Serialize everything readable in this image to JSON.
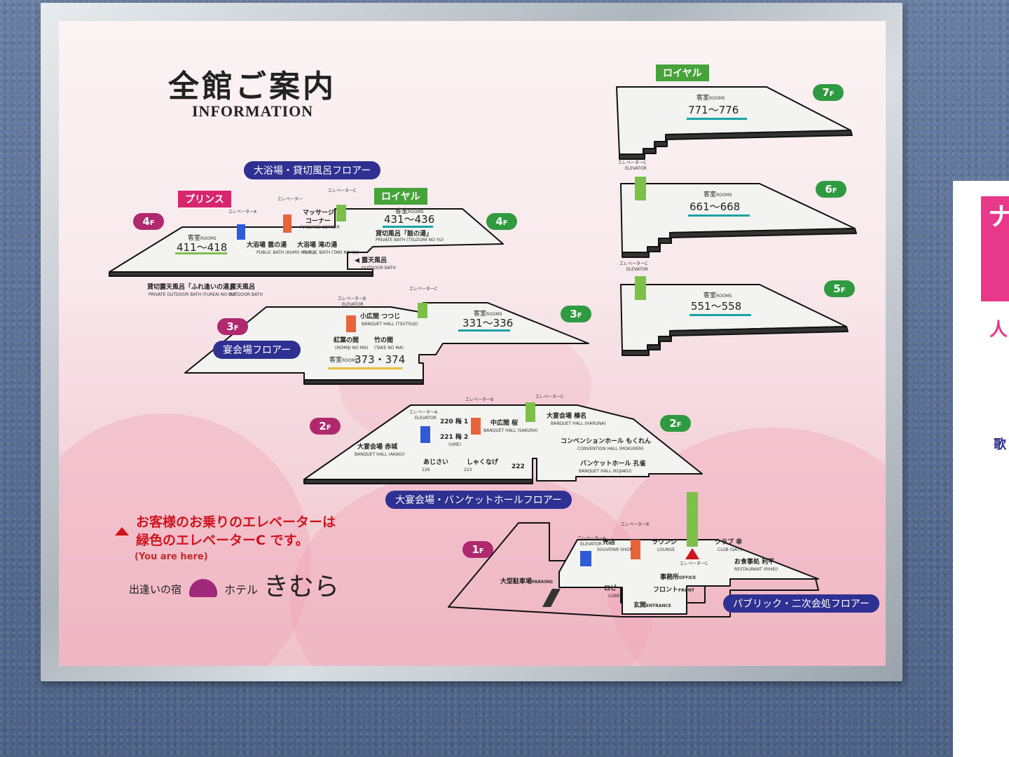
{
  "header": {
    "title": "全館ご案内",
    "subtitle": "INFORMATION"
  },
  "floor_headers": {
    "bath_floor": "大浴場・貸切風呂フロアー",
    "banquet_floor": "宴会場フロアー",
    "hall_floor": "大宴会場・バンケットホールフロアー",
    "public_floor": "パブリック・二次会処フロアー"
  },
  "wings": {
    "prince": "プリンス",
    "royal": "ロイヤル",
    "royal_top": "ロイヤル"
  },
  "floor_badges": {
    "f7": "7",
    "f6": "6",
    "f5": "5",
    "f4a": "4",
    "f4b": "4",
    "f3a": "3",
    "f3b": "3",
    "f2a": "2",
    "f2b": "2",
    "f1": "1",
    "suffix": "F"
  },
  "labels": {
    "rooms": "客室",
    "rooms_en": "ROOMS",
    "elevator": "エレベーター",
    "elevator_a": "エレベーターA",
    "elevator_b": "エレベーターB",
    "elevator_c": "エレベーターC",
    "elevator_en": "ELEVATOR",
    "massage": "マッサージ",
    "massage2": "コーナー",
    "massage_en": "MASSAGE CORNER",
    "private_bath": "貸切風呂「鼓の湯」",
    "private_bath_en": "PRIVATE BATH (TSUZUMI NO YU)",
    "public_bath1": "大浴場 雲の湯",
    "public_bath1_en": "PUBLIC BATH (KUMO NO YU)",
    "public_bath2": "大浴場 滝の湯",
    "public_bath2_en": "PUBLIC BATH (TAKI NO YU)",
    "outdoor": "露天風呂",
    "outdoor_en": "OUTDOOR BATH",
    "outdoor_private": "貸切露天風呂「ふれ逢いの湯」",
    "outdoor_private_en": "PRIVATE OUTDOOR BATH (FUREAI NO YU)",
    "tsutsuji": "小広間 つつじ",
    "tsutsuji_en": "BANQUET HALL (TSUTSUJI)",
    "momiji": "紅葉の間",
    "momiji_en": "(MOMIJI NO MA)",
    "take": "竹の間",
    "take_en": "(TAKE NO MA)",
    "r220": "220 梅 1",
    "r221": "221 梅 2",
    "ume_en": "(UME)",
    "sakura": "中広間 桜",
    "sakura_en": "BANQUET HALL (SAKURA)",
    "haruna": "大宴会場 榛名",
    "haruna_en": "BANQUET HALL (HARUNA)",
    "akagi": "大宴会場 赤城",
    "akagi_en": "BANQUET HALL (AKAGI)",
    "mokuren": "コンベンションホール もくれん",
    "mokuren_en": "CONVENTION HALL (MOKUREN)",
    "kujaku": "バンケットホール 孔雀",
    "kujaku_en": "BANQUET HALL (KUJAKU)",
    "ajisai": "あじさい",
    "ajisai_n": "226",
    "shakunage": "しゃくなげ",
    "shakunage_n": "223",
    "r222": "222",
    "shop": "売店",
    "shop_en": "SOUVENIR SHOP",
    "lounge": "ラウンジ",
    "lounge_en": "LOUNGE",
    "club": "クラブ 幸",
    "club_en": "CLUB (SATI)",
    "restaurant": "お食事処 利平",
    "restaurant_en": "RESTAURANT (RIHEI)",
    "office": "事務所",
    "office_en": "OFFICE",
    "front": "フロント",
    "front_en": "FRONT",
    "lobby": "ロビー",
    "lobby_en": "LOBBY",
    "entrance": "玄関",
    "entrance_en": "ENTRANCE",
    "parking": "大型駐車場",
    "parking_en": "PARKING"
  },
  "rooms": {
    "f7": "771～776",
    "f6": "661～668",
    "f5": "551～558",
    "f4_royal": "431～436",
    "f4_prince": "411～418",
    "f3_royal": "331～336",
    "f3_prince": "373・374"
  },
  "notice": {
    "line1": "お客様のお乗りのエレベーターは",
    "line2": "緑色のエレベーターC",
    "line2b": "です。",
    "line3": "(You are here)"
  },
  "logo": {
    "prefix": "出逢いの宿",
    "brand_small": "ホテル",
    "brand": "きむら"
  },
  "colors": {
    "accent": "#2e3192",
    "badge_green": "#2f9a3f",
    "badge_magenta": "#b0286e",
    "notice_red": "#d0141e",
    "elevator_a": "#2f5bd6",
    "elevator_b": "#e8623a",
    "elevator_c": "#7cc04a",
    "prince": "#d8266e",
    "royal": "#46a33a"
  },
  "side_poster": {
    "char1": "ナ",
    "char2": "人",
    "char3": "歌"
  }
}
